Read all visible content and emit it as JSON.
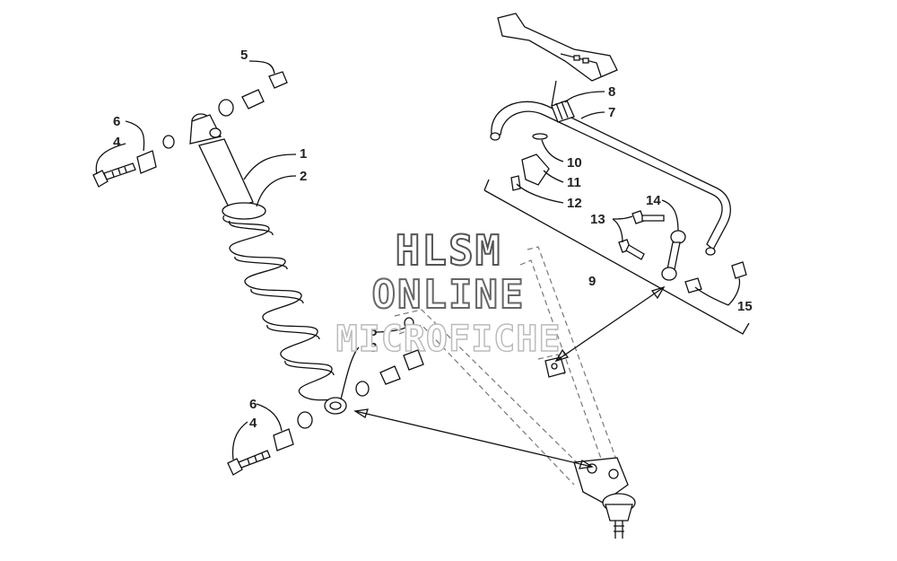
{
  "watermark": {
    "line1": "HLSM",
    "line2": "ONLINE",
    "line3": "MICROFICHE"
  },
  "callouts": [
    {
      "id": "c1",
      "label": "1"
    },
    {
      "id": "c2",
      "label": "2"
    },
    {
      "id": "c3",
      "label": "3"
    },
    {
      "id": "c4a",
      "label": "4"
    },
    {
      "id": "c4b",
      "label": "4"
    },
    {
      "id": "c5a",
      "label": "5"
    },
    {
      "id": "c5b",
      "label": "5"
    },
    {
      "id": "c6a",
      "label": "6"
    },
    {
      "id": "c6b",
      "label": "6"
    },
    {
      "id": "c7",
      "label": "7"
    },
    {
      "id": "c8",
      "label": "8"
    },
    {
      "id": "c9",
      "label": "9"
    },
    {
      "id": "c10",
      "label": "10"
    },
    {
      "id": "c11",
      "label": "11"
    },
    {
      "id": "c12",
      "label": "12"
    },
    {
      "id": "c13",
      "label": "13"
    },
    {
      "id": "c14",
      "label": "14"
    },
    {
      "id": "c15",
      "label": "15"
    }
  ]
}
